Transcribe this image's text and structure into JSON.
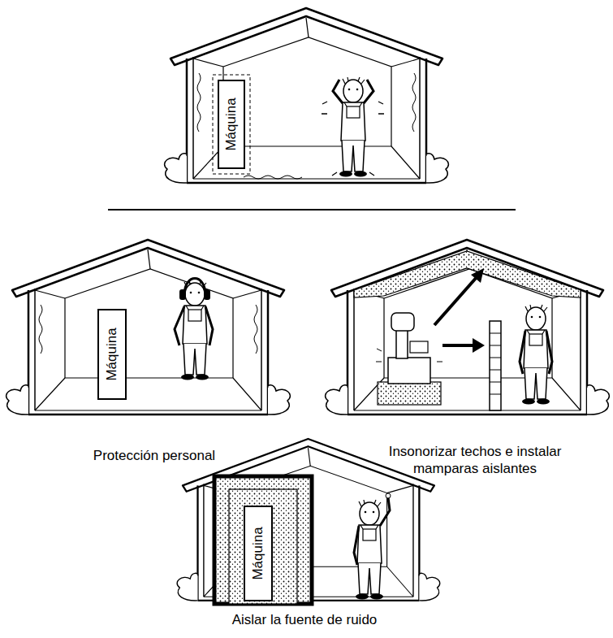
{
  "diagram": {
    "nodes": [
      {
        "text": [
          "Máquina"
        ]
      },
      {
        "text": [
          "Máquina"
        ]
      },
      {
        "text": [
          "Máquina"
        ]
      }
    ],
    "labels": [
      "Protección personal",
      "Insonorizar techos e instalar mamparas aislantes",
      "Aislar la fuente de ruido"
    ]
  }
}
